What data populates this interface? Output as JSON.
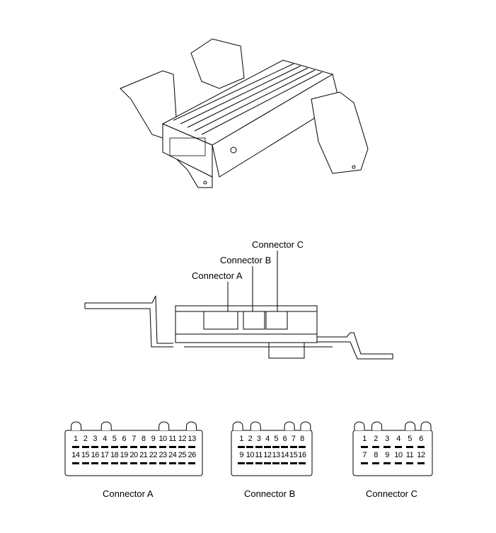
{
  "callouts": {
    "connector_a": "Connector A",
    "connector_b": "Connector B",
    "connector_c": "Connector C"
  },
  "connectors": [
    {
      "name": "Connector A",
      "row1": [
        "1",
        "2",
        "3",
        "4",
        "5",
        "6",
        "7",
        "8",
        "9",
        "10",
        "11",
        "12",
        "13"
      ],
      "row2": [
        "14",
        "15",
        "16",
        "17",
        "18",
        "19",
        "20",
        "21",
        "22",
        "23",
        "24",
        "25",
        "26"
      ]
    },
    {
      "name": "Connector B",
      "row1": [
        "1",
        "2",
        "3",
        "4",
        "5",
        "6",
        "7",
        "8"
      ],
      "row2": [
        "9",
        "10",
        "11",
        "12",
        "13",
        "14",
        "15",
        "16"
      ]
    },
    {
      "name": "Connector C",
      "row1": [
        "1",
        "2",
        "3",
        "4",
        "5",
        "6"
      ],
      "row2": [
        "7",
        "8",
        "9",
        "10",
        "11",
        "12"
      ]
    }
  ]
}
